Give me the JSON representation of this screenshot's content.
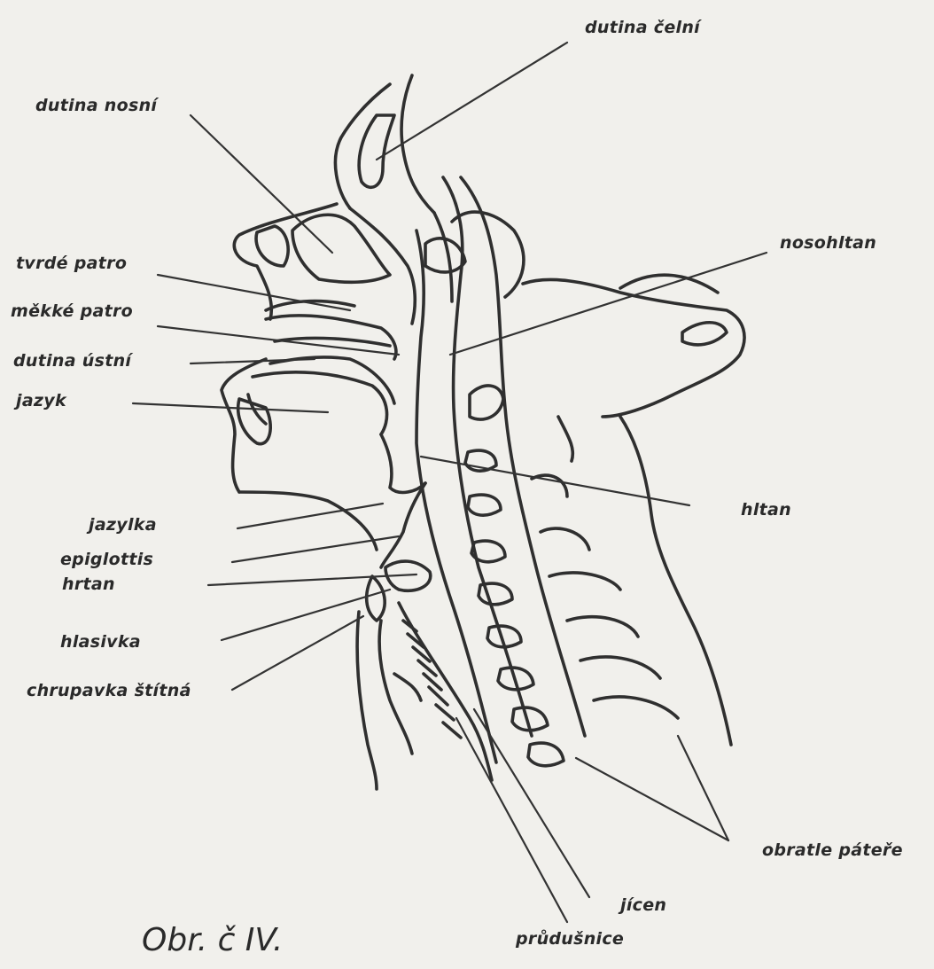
{
  "labels": {
    "dutina_celni": "dutina čelní",
    "dutina_nosni": "dutina nosní",
    "tvrde_patro": "tvrdé patro",
    "mekke_patro": "měkké patro",
    "dutina_ustni": "dutina ústní",
    "jazyk": "jazyk",
    "nosohltan": "nosohltan",
    "hltan": "hltan",
    "jazylka": "jazylka",
    "epiglottis": "epiglottis",
    "hrtan": "hrtan",
    "hlasivka": "hlasivka",
    "chrupavka_stitna": "chrupavka štítná",
    "obratle_patere": "obratle páteře",
    "jicen": "jícen",
    "prudusnice": "průdušnice"
  },
  "caption": "Obr. č IV."
}
